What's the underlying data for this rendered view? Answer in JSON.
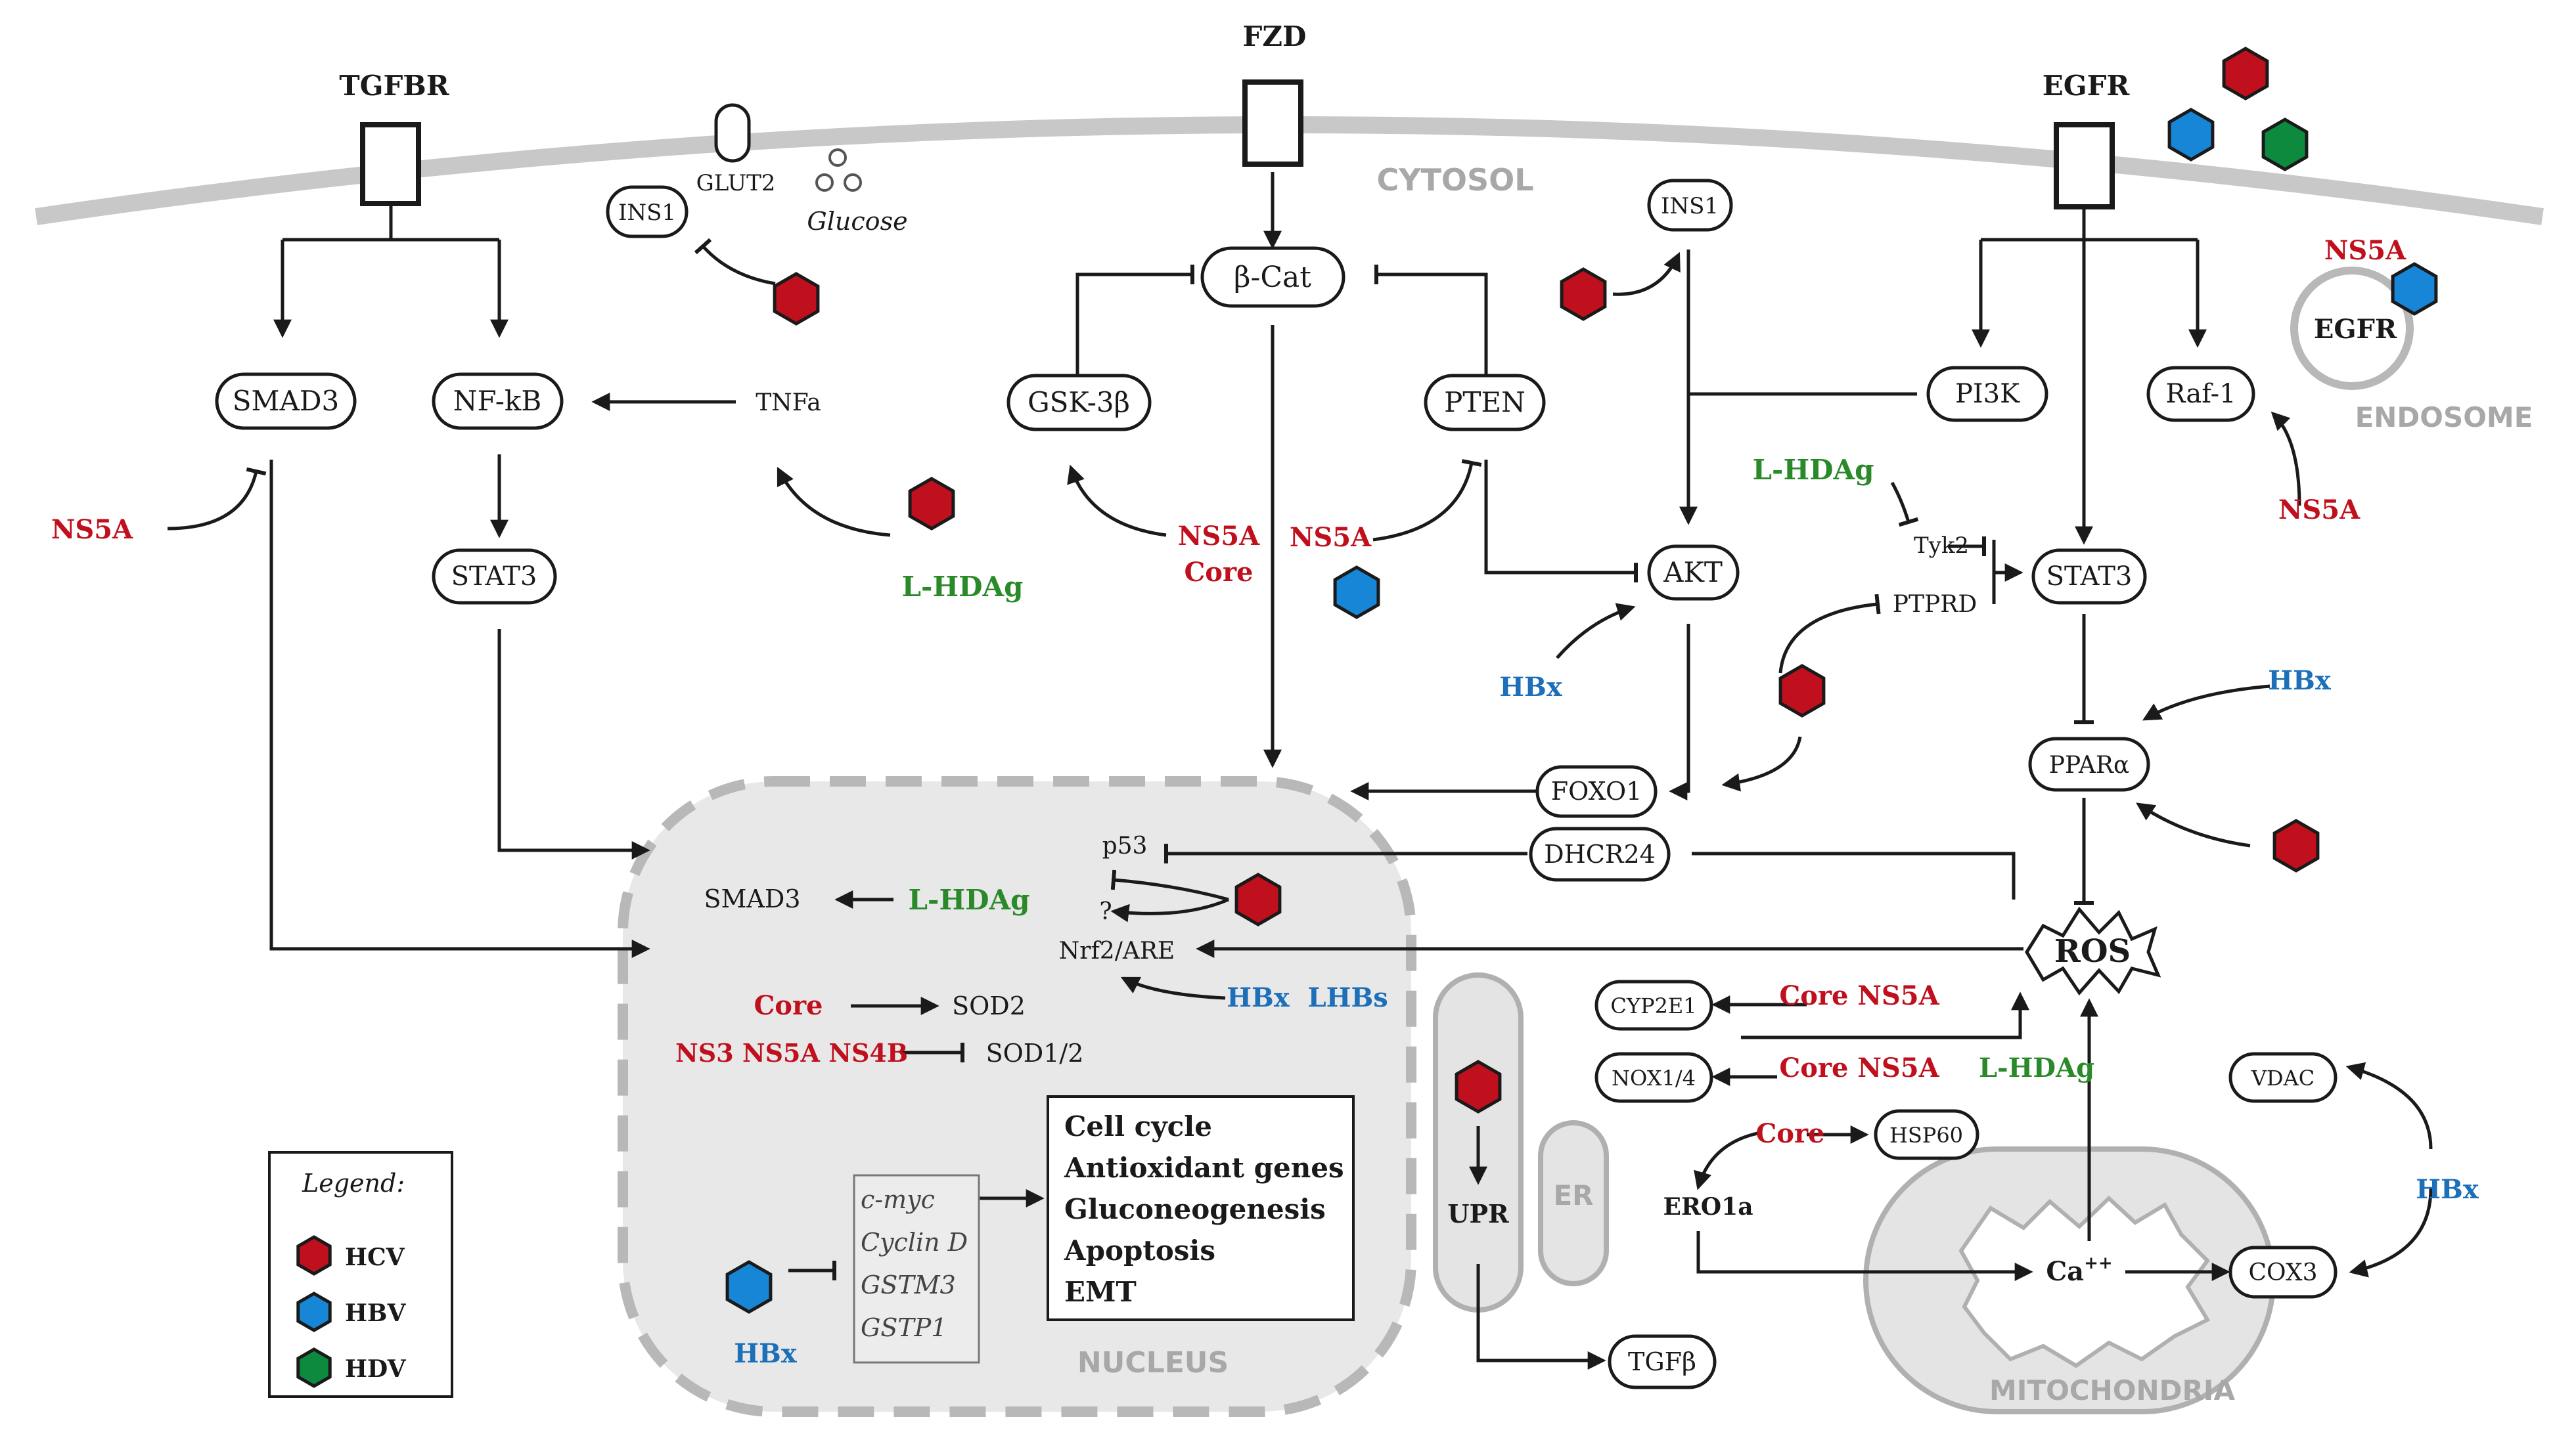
{
  "colors": {
    "hcv": "#c0101d",
    "hbv": "#1886d6",
    "hdv": "#0e8a3e",
    "red_text": "#c0101d",
    "blue_text": "#1c6fb8",
    "green_text": "#2a8a2a",
    "compartment_label": "#a8a8a8",
    "compartment_fill": "#e8e8e8",
    "ink": "#1a1a1a"
  },
  "compartments": {
    "cytosol": "CYTOSOL",
    "nucleus": "NUCLEUS",
    "er": "ER",
    "mitochondria": "MITOCHONDRIA",
    "endosome": "ENDOSOME",
    "endosome_egfr": "EGFR"
  },
  "receptors": {
    "tgfbr": "TGFBR",
    "fzd": "FZD",
    "egfr": "EGFR",
    "glut2": "GLUT2",
    "glucose": "Glucose"
  },
  "nodes": {
    "ins1_left": "INS1",
    "ins1_right": "INS1",
    "beta_cat": "β-Cat",
    "smad3": "SMAD3",
    "nfkb": "NF-kB",
    "tnfa": "TNFa",
    "gsk3b": "GSK-3β",
    "pten": "PTEN",
    "pi3k": "PI3K",
    "raf1": "Raf-1",
    "stat3_left": "STAT3",
    "akt": "AKT",
    "tyk2": "Tyk2",
    "ptprd": "PTPRD",
    "stat3_right": "STAT3",
    "ppara": "PPARα",
    "foxo1": "FOXO1",
    "dhcr24": "DHCR24",
    "ros": "ROS",
    "cyp2e1": "CYP2E1",
    "nox14": "NOX1/4",
    "hsp60": "HSP60",
    "ero1a": "ERO1a",
    "vdac": "VDAC",
    "ca": "Ca",
    "ca_sup": "++",
    "cox3": "COX3",
    "upr": "UPR",
    "tgfb": "TGFβ"
  },
  "nucleus": {
    "p53": "p53",
    "question": "?",
    "nrf2": "Nrf2/ARE",
    "smad3": "SMAD3",
    "l_hdag": "L-HDAg",
    "core": "Core",
    "sod2": "SOD2",
    "ns3_ns5a_ns4b": "NS3 NS5A NS4B",
    "sod12": "SOD1/2",
    "hbx_lhbs": "HBx  LHBs",
    "hbx": "HBx",
    "targets": [
      "c-myc",
      "Cyclin D",
      "GSTM3",
      "GSTP1"
    ],
    "outcomes": [
      "Cell cycle",
      "Antioxidant genes",
      "Gluconeogenesis",
      "Apoptosis",
      "EMT"
    ]
  },
  "viral_labels": {
    "ns5a_left": "NS5A",
    "l_hdag_left": "L-HDAg",
    "ns5a_core_gsk": "NS5A",
    "core_gsk": "Core",
    "ns5a_pten": "NS5A",
    "l_hdag_tyk2": "L-HDAg",
    "hbx_akt": "HBx",
    "ns5a_raf": "NS5A",
    "ns5a_endosome": "NS5A",
    "hbx_ppar": "HBx",
    "core_ns5a_cyp": "Core NS5A",
    "core_ns5a_nox": "Core NS5A",
    "l_hdag_nox": "L-HDAg",
    "core_hsp": "Core",
    "hbx_vdac": "HBx"
  },
  "legend": {
    "title": "Legend:",
    "items": [
      {
        "label": "HCV",
        "color": "#c0101d"
      },
      {
        "label": "HBV",
        "color": "#1886d6"
      },
      {
        "label": "HDV",
        "color": "#0e8a3e"
      }
    ]
  }
}
